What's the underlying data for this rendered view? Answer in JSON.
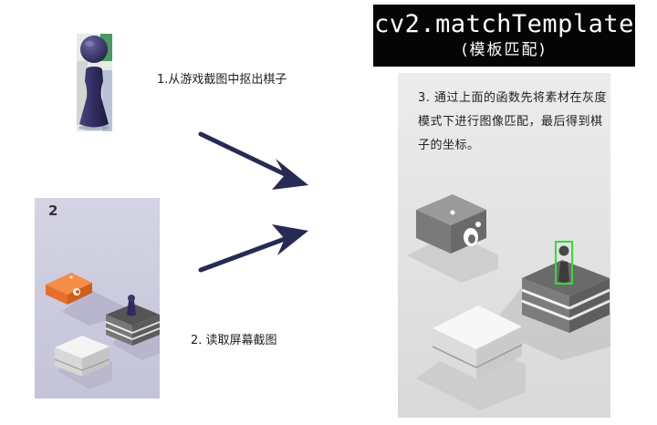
{
  "title": {
    "main": "cv2.matchTemplate",
    "sub": "(模板匹配)"
  },
  "steps": {
    "step1": "1.从游戏截图中抠出棋子",
    "step2": "2. 读取屏幕截图",
    "step3": "3. 通过上面的函数先将素材在灰度模式下进行图像匹配，最后得到棋子的坐标。"
  },
  "game": {
    "score": "2"
  },
  "colors": {
    "arrow": "#262a55",
    "piece": "#2e2a5e",
    "match_box": "#33dd33",
    "orange_block": "#f07a2c",
    "title_bg": "#050505"
  },
  "icons": {
    "arrow_1": "arrow-down-right",
    "arrow_2": "arrow-up-right"
  }
}
